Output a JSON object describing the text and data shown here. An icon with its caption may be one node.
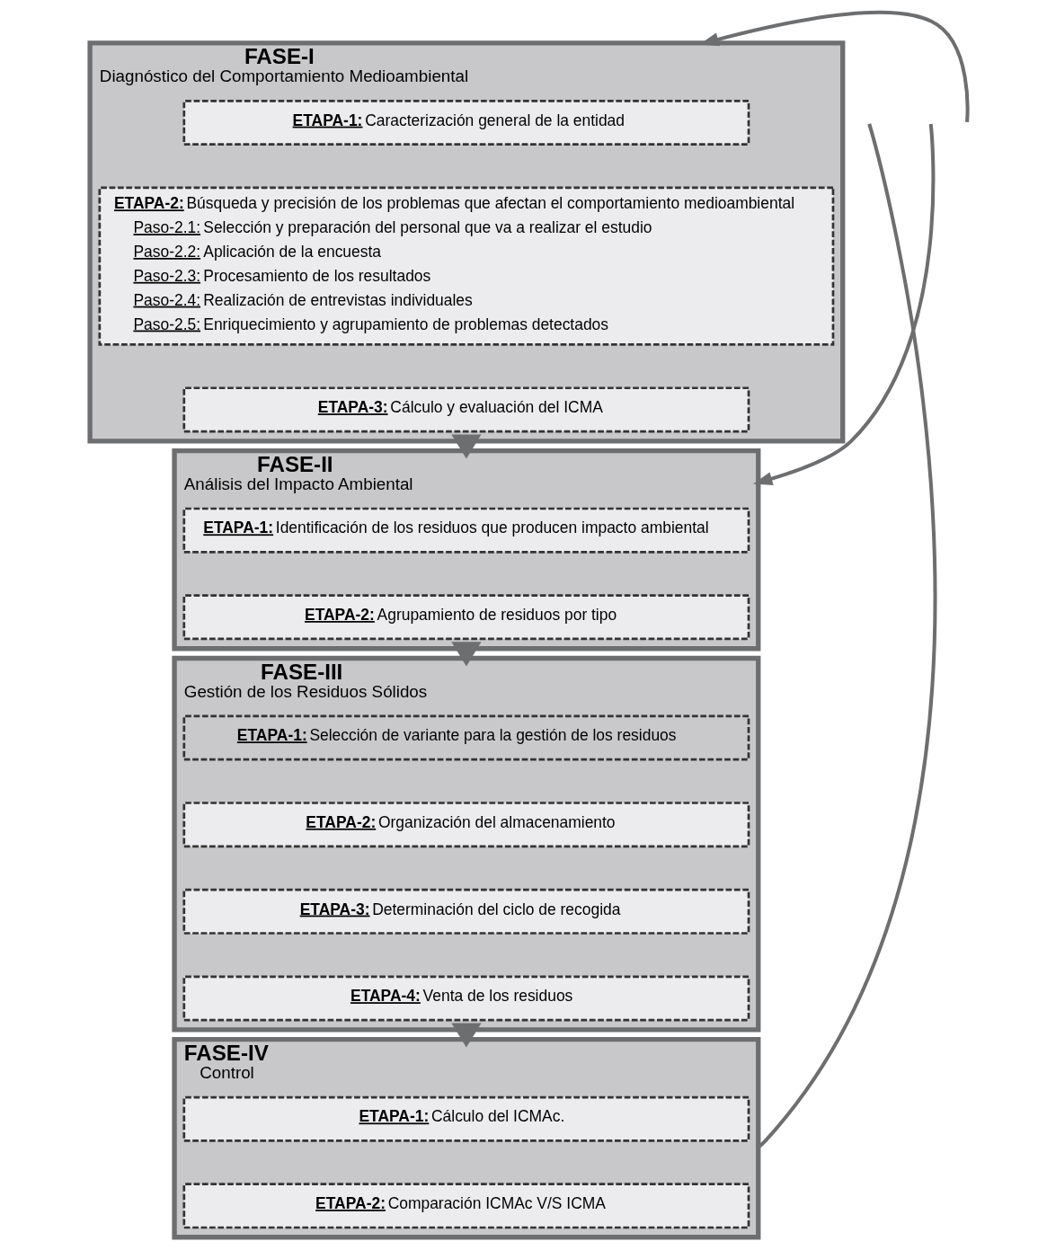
{
  "diagram": {
    "nodes": [
      {
        "text": [
          "FASE-I",
          "Diagnóstico del Comportamiento Medioambiental"
        ]
      },
      {
        "text": [
          "ETAPA-1:",
          "Caracterización general de la entidad"
        ],
        "in": 0
      },
      {
        "text": [
          "ETAPA-2:",
          "Búsqueda y precisión de los problemas que afectan el comportamiento medioambiental",
          "Paso-2.1:",
          "Selección y preparación del personal que va a realizar el estudio",
          "Paso-2.2:",
          "Aplicación de la encuesta",
          "Paso-2.3:",
          "Procesamiento de los resultados",
          "Paso-2.4:",
          "Realización de entrevistas individuales",
          "Paso-2.5:",
          "Enriquecimiento y agrupamiento de problemas detectados"
        ],
        "in": 0
      },
      {
        "text": [
          "ETAPA-3:",
          "Cálculo y evaluación del ICMA"
        ],
        "in": 0
      },
      {
        "text": [
          "FASE-II",
          "Análisis del Impacto Ambiental"
        ]
      },
      {
        "text": [
          "ETAPA-1:",
          "Identificación de los residuos que producen impacto ambiental"
        ],
        "in": 4
      },
      {
        "text": [
          "ETAPA-2:",
          "Agrupamiento de residuos por tipo"
        ],
        "in": 4
      },
      {
        "text": [
          "FASE-III",
          "Gestión de los Residuos Sólidos"
        ]
      },
      {
        "text": [
          "ETAPA-1:",
          "Selección de variante para la gestión de los residuos"
        ],
        "in": 7
      },
      {
        "text": [
          "ETAPA-2:",
          "Organización del almacenamiento"
        ],
        "in": 7
      },
      {
        "text": [
          "ETAPA-3:",
          "Determinación del ciclo de recogida"
        ],
        "in": 7
      },
      {
        "text": [
          "ETAPA-4:",
          "Venta de los residuos"
        ],
        "in": 7
      },
      {
        "text": [
          "FASE-IV",
          "Control"
        ]
      },
      {
        "text": [
          "ETAPA-1:",
          "Cálculo del ICMAc."
        ],
        "in": 12
      },
      {
        "text": [
          "ETAPA-2:",
          "Comparación ICMAc V/S ICMA"
        ],
        "in": 12
      }
    ],
    "edges": [
      {
        "from": 0,
        "to": 4,
        "arrow": "to",
        "style": "thick"
      },
      {
        "from": 4,
        "to": 7,
        "arrow": "to",
        "style": "thick"
      },
      {
        "from": 7,
        "to": 12,
        "arrow": "to",
        "style": "thick"
      },
      {
        "from": null,
        "to": 0,
        "arrow": "to"
      },
      {
        "from": null,
        "to": 4,
        "arrow": "to"
      },
      {
        "from": 12,
        "to": null,
        "arrow": "none"
      }
    ]
  }
}
